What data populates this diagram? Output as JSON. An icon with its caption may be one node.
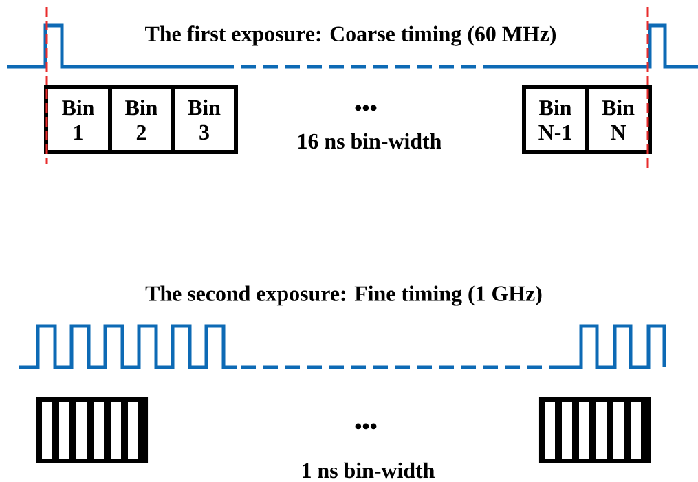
{
  "diagram": {
    "nodes": [
      {
        "text": [
          "Bin 1"
        ]
      },
      {
        "text": [
          "Bin 2"
        ]
      },
      {
        "text": [
          "Bin 3"
        ]
      },
      {
        "text": [
          "Bin N-1"
        ]
      },
      {
        "text": [
          "Bin N"
        ]
      },
      {
        "text": [],
        "shape": "box"
      },
      {
        "text": [],
        "shape": "box"
      }
    ],
    "labels": [
      "The first exposure: Coarse timing (60 MHz)",
      "•••",
      "16 ns bin-width",
      "The second exposure: Fine timing (1 GHz)",
      "•••",
      "1 ns bin-width"
    ]
  }
}
